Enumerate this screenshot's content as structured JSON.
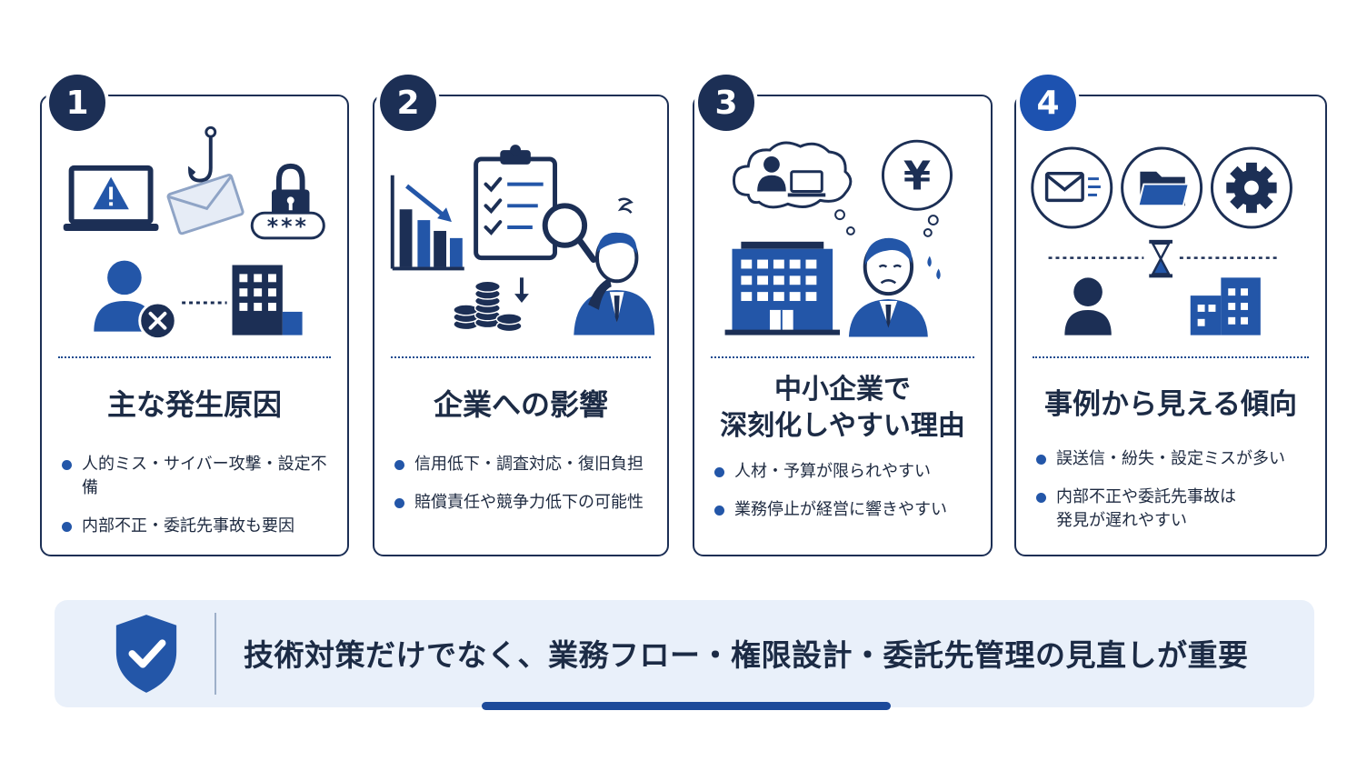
{
  "colors": {
    "navy": "#1c2f55",
    "blue": "#2356a8",
    "light_blue": "#e9f0fa",
    "accent_badge": "#1d52b0"
  },
  "cards": [
    {
      "number": "1",
      "title": "主な発生原因",
      "bullets": [
        "人的ミス・サイバー攻撃・設定不備",
        "内部不正・委託先事故も要因"
      ],
      "icons": [
        "laptop-warning-icon",
        "phishing-hook-email-icon",
        "password-lock-icon",
        "user-blocked-icon",
        "office-building-icon"
      ],
      "password_mask": "***"
    },
    {
      "number": "2",
      "title": "企業への影響",
      "bullets": [
        "信用低下・調査対応・復旧負担",
        "賠償責任や競争力低下の可能性"
      ],
      "icons": [
        "declining-bar-chart-icon",
        "clipboard-checklist-icon",
        "magnifier-icon",
        "coin-stack-icon",
        "worried-businessman-icon"
      ]
    },
    {
      "number": "3",
      "title_lines": [
        "中小企業で",
        "深刻化しやすい理由"
      ],
      "bullets": [
        "人材・予算が限られやすい",
        "業務停止が経営に響きやすい"
      ],
      "icons": [
        "thought-user-computer-icon",
        "yen-coin-icon",
        "office-building-icon",
        "troubled-businessman-icon"
      ],
      "yen_symbol": "¥"
    },
    {
      "number": "4",
      "title": "事例から見える傾向",
      "bullets": [
        "誤送信・紛失・設定ミスが多い",
        "内部不正や委託先事故は\n発見が遅れやすい"
      ],
      "icons": [
        "email-icon",
        "folder-icon",
        "gear-icon",
        "hourglass-icon",
        "user-icon",
        "office-building-icon"
      ]
    }
  ],
  "banner": {
    "text": "技術対策だけでなく、業務フロー・権限設計・委託先管理の見直しが重要",
    "icon": "shield-check-icon"
  }
}
